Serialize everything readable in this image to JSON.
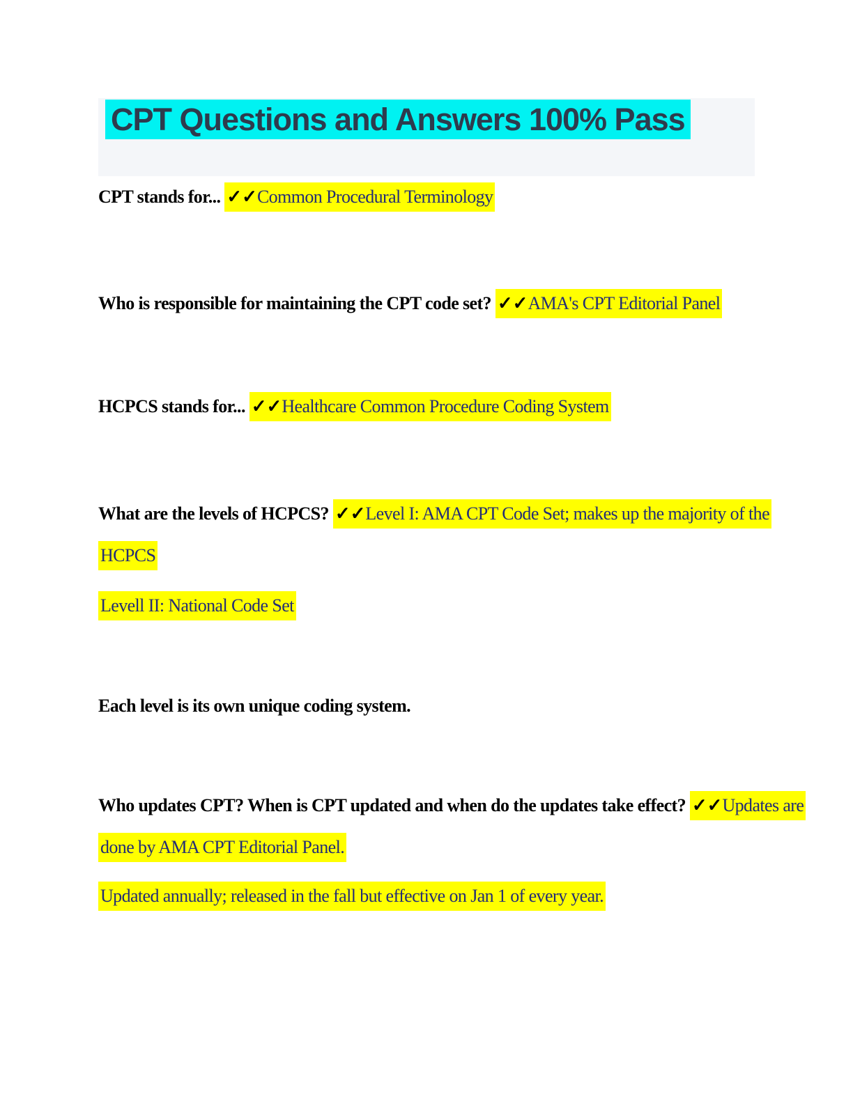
{
  "document": {
    "title": "CPT Questions and Answers 100% Pass",
    "checks": "✓✓",
    "qa_blocks": [
      {
        "type": "qa",
        "question": "CPT stands for... ",
        "checks": "✓✓",
        "answer": "Common Procedural Terminology"
      },
      {
        "type": "qa",
        "question": "Who is responsible for maintaining the CPT code set? ",
        "checks": "✓✓",
        "answer": "AMA's CPT Editorial Panel"
      },
      {
        "type": "qa",
        "question": "HCPCS stands for... ",
        "checks": "✓✓",
        "answer": "Healthcare Common Procedure Coding System"
      },
      {
        "type": "qa-multiline",
        "question": "What are the levels of HCPCS? ",
        "checks": "✓✓",
        "answer_line_1": "Level I: AMA CPT Code Set; makes up the majority of the",
        "answer_line_2": "HCPCS",
        "answer_line_3": "Levell II: National Code Set"
      },
      {
        "type": "statement",
        "text": "Each level is its own unique coding system."
      },
      {
        "type": "qa-multiline",
        "question": "Who updates CPT? When is CPT updated and when do the updates take effect? ",
        "checks": "✓✓",
        "answer_line_1": "Updates are",
        "answer_line_2": "done by AMA CPT Editorial Panel.",
        "answer_line_3": "Updated annually; released in the fall but effective on Jan 1 of every year."
      }
    ],
    "colors": {
      "title_highlight": "#00f2f2",
      "title_text": "#2e3b4d",
      "banner_band": "#f4f6f9",
      "answer_highlight": "#ffff00",
      "answer_text": "#232d76",
      "question_text": "#000000",
      "page_background": "#ffffff"
    }
  }
}
